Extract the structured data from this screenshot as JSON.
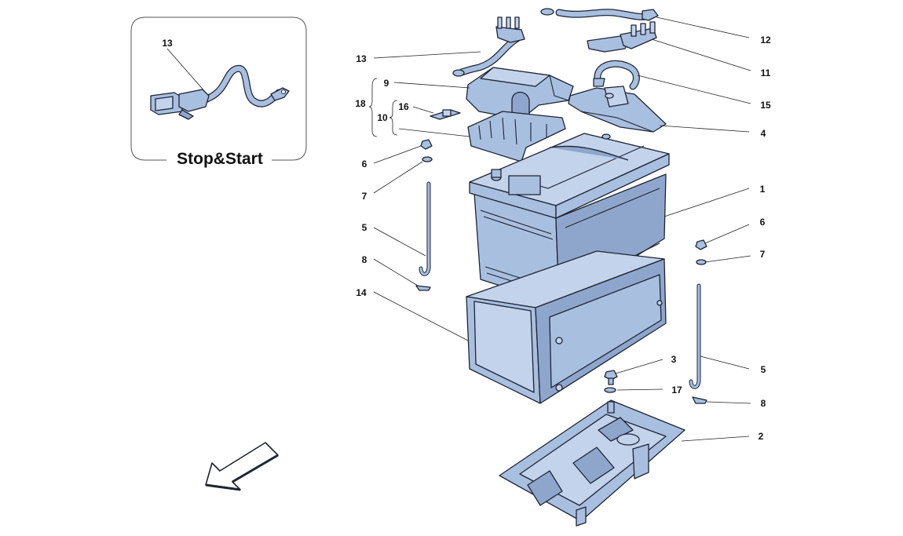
{
  "inset": {
    "title": "Stop&Start",
    "callout": "13"
  },
  "callouts": {
    "c1": "1",
    "c2": "2",
    "c3": "3",
    "c4": "4",
    "c5_left": "5",
    "c5_right": "5",
    "c6_left": "6",
    "c6_right": "6",
    "c7_left": "7",
    "c7_right": "7",
    "c8_left": "8",
    "c8_right": "8",
    "c9": "9",
    "c10": "10",
    "c11": "11",
    "c12": "12",
    "c13": "13",
    "c14": "14",
    "c15": "15",
    "c16": "16",
    "c17": "17",
    "c18": "18"
  },
  "colors": {
    "part_fill": "#a9bfe0",
    "outline": "#1d2433",
    "background": "#ffffff"
  },
  "icons": {
    "direction": "front-direction-arrow-icon"
  }
}
